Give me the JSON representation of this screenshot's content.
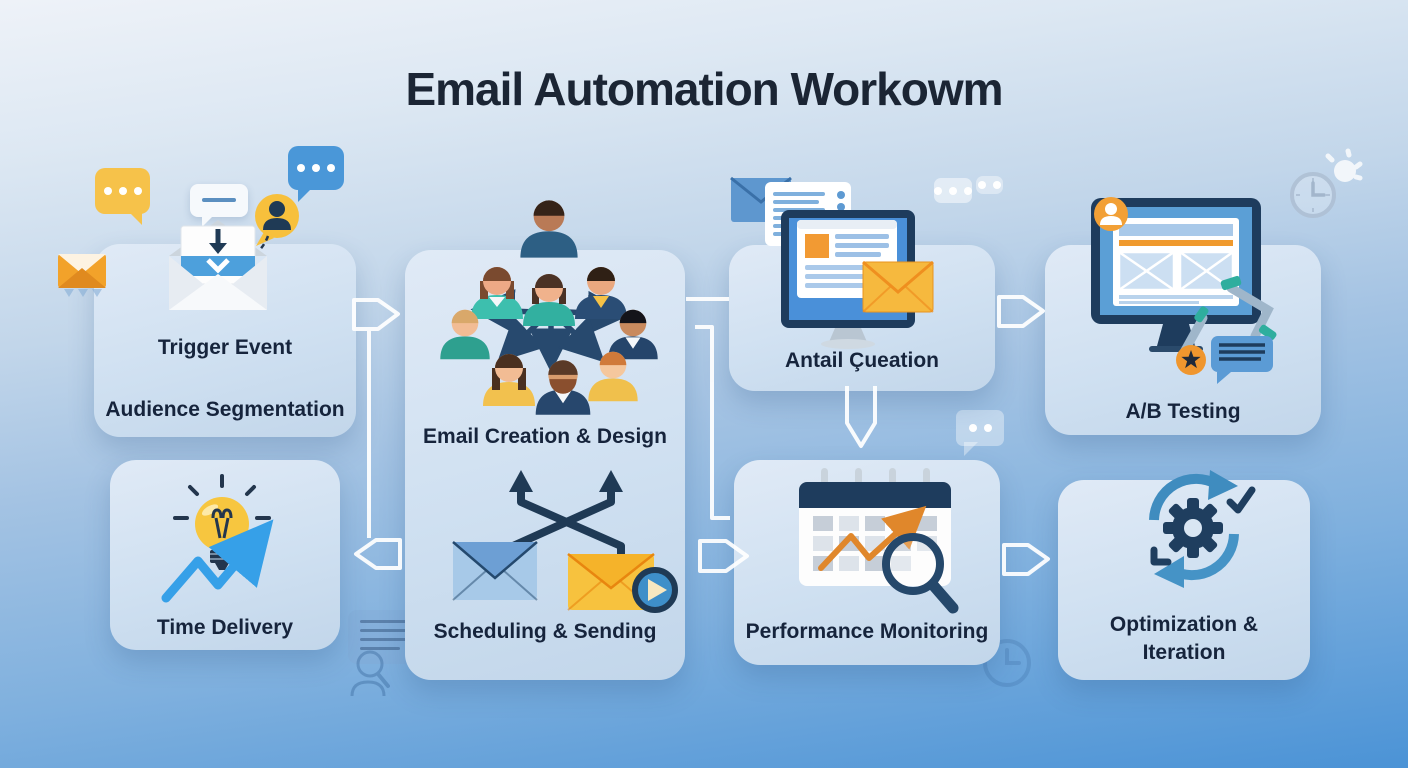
{
  "title": "Email Automation Workowm",
  "cards": {
    "trigger": {
      "label_primary": "Trigger Event",
      "label_secondary": "Audience Segmentation"
    },
    "creation": {
      "label_top": "Email Creation & Design",
      "label_bottom": "Scheduling & Sending"
    },
    "curation": {
      "label": "Antail Çueation"
    },
    "ab_testing": {
      "label": "A/B Testing"
    },
    "time_delivery": {
      "label": "Time Delivery"
    },
    "performance": {
      "label": "Performance Monitoring"
    },
    "optimization": {
      "label": "Optimization & Iteration"
    }
  },
  "icons": {
    "trigger": "open-envelope-download",
    "creation": "audience-network-people",
    "curation": "monitor-with-emails",
    "ab_testing": "monitor-wireframe-robot-arm",
    "time_delivery": "lightbulb-trend-arrow",
    "scheduling": "crossed-arrows-envelopes-play",
    "performance": "calendar-trend-magnifier",
    "optimization": "gear-cycle-checks",
    "decorations": [
      "chat-bubbles",
      "person-badge",
      "torn-envelope",
      "clock",
      "sun-sketch",
      "faded-chat",
      "faded-clock",
      "faded-note"
    ]
  },
  "colors": {
    "background_top": "#eef2f8",
    "background_bottom": "#4b93d6",
    "card": "#cfe0f1",
    "text": "#16243c",
    "navy": "#1f3c5d",
    "blue": "#4a90d9",
    "yellow": "#f6c24a",
    "orange": "#ef962e",
    "teal": "#2fae9e",
    "connector": "#ffffff"
  }
}
